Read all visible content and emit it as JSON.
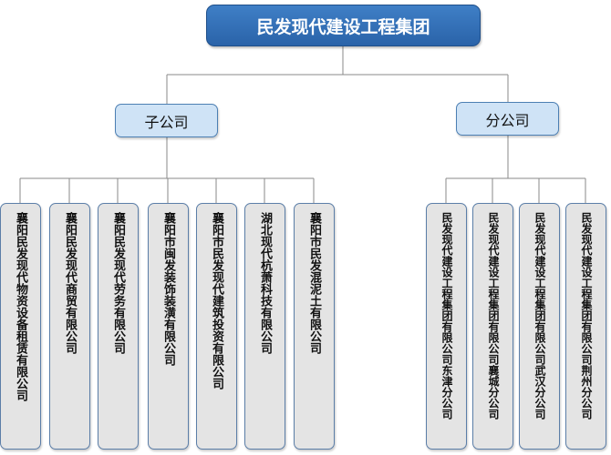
{
  "root": {
    "label": "民发现代建设工程集团"
  },
  "subsidiary": {
    "label": "子公司",
    "children": [
      "襄阳民发现代物资设备租赁有限公司",
      "襄阳民发现代商贸有限公司",
      "襄阳民发现代劳务有限公司",
      "襄阳市闽发装饰装潢有限公司",
      "襄阳市民发现代建筑投资有限公司",
      "湖北现代杭萧科技有限公司",
      "襄阳市民发混泥土有限公司"
    ]
  },
  "branch": {
    "label": "分公司",
    "children": [
      "民发现代建设工程集团有限公司东津分公司",
      "民发现代建设工程集团有限公司襄城分公司",
      "民发现代建设工程集团有限公司武汉分公司",
      "民发现代建设工程集团有限公司荆州分公司"
    ]
  },
  "colors": {
    "root_fill": "#2f6db5",
    "level2_fill": "#cfe3f6",
    "leaf_fill": "#e4e4e4",
    "connector": "#8a8a8a"
  }
}
